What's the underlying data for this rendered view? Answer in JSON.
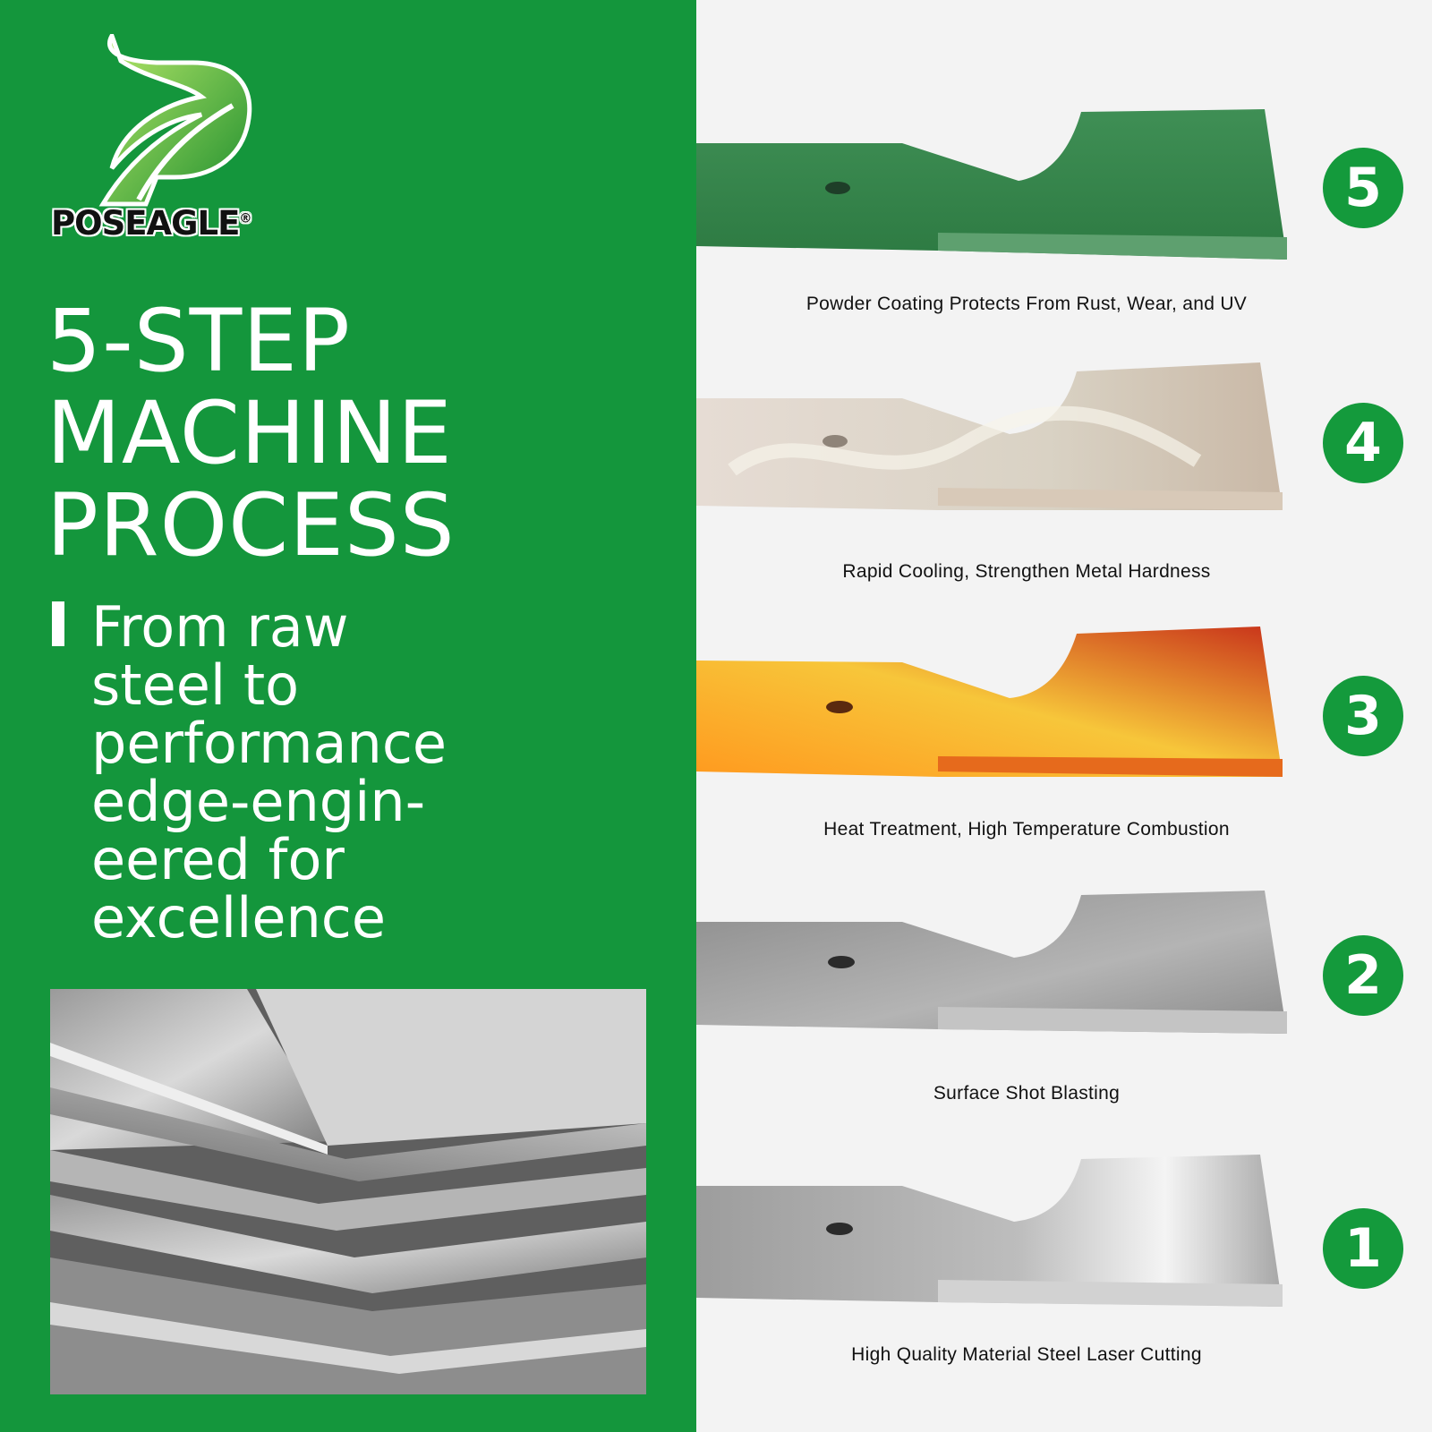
{
  "brand": {
    "name": "POSEAGLE",
    "registered_mark": "®"
  },
  "headline": {
    "lines": [
      "5-STEP",
      "MACHINE",
      "PROCESS"
    ]
  },
  "subheadline": {
    "lines": [
      "From raw",
      "steel to",
      "performance",
      "edge-engin-",
      "eered for",
      "excellence"
    ]
  },
  "steps": [
    {
      "number": "5",
      "caption": "Powder Coating Protects From Rust, Wear, and UV",
      "blade": "green-powder-coated"
    },
    {
      "number": "4",
      "caption": "Rapid Cooling, Strengthen Metal Hardness",
      "blade": "steaming-cooling"
    },
    {
      "number": "3",
      "caption": "Heat Treatment, High Temperature Combustion",
      "blade": "glowing-orange"
    },
    {
      "number": "2",
      "caption": "Surface Shot Blasting",
      "blade": "shot-blasted-gray"
    },
    {
      "number": "1",
      "caption": "High Quality Material Steel Laser Cutting",
      "blade": "polished-steel"
    }
  ],
  "colors": {
    "brand_green": "#14963c",
    "badge_green": "#149a3c",
    "background": "#f3f3f3"
  }
}
